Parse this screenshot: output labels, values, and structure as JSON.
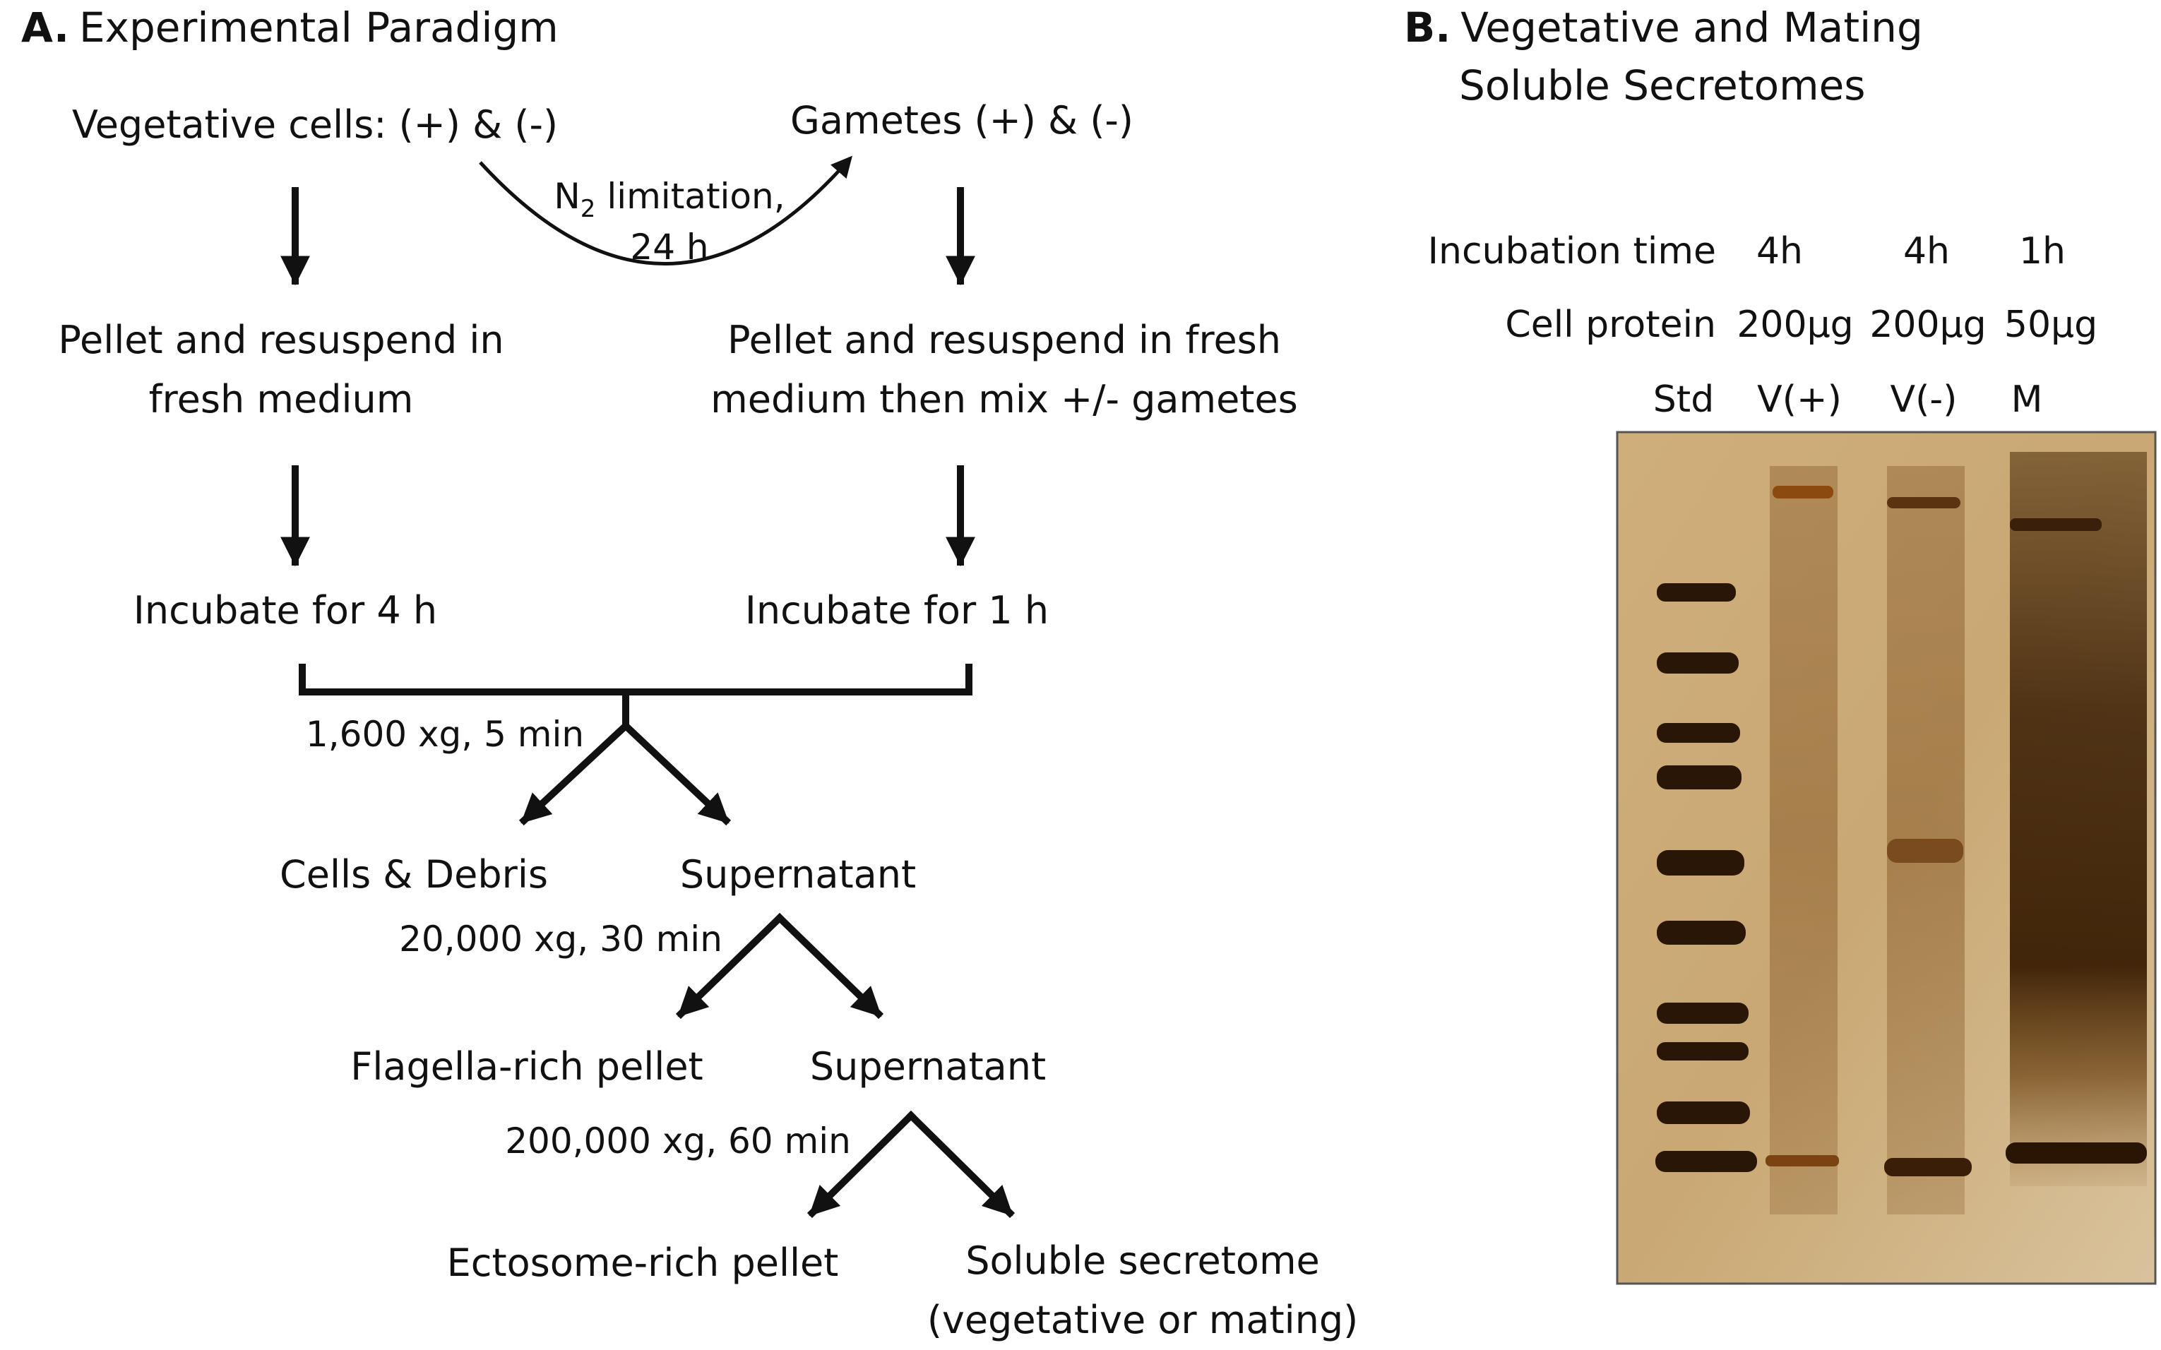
{
  "panel_a": {
    "letter": "A.",
    "title": "Experimental Paradigm",
    "vegetative": "Vegetative cells: (+) & (-)",
    "gametes": "Gametes (+) & (-)",
    "n2_prefix": "N",
    "n2_sub": "2",
    "n2_suffix": " limitation,",
    "n2_time": "24 h",
    "pellet_left_line1": "Pellet and resuspend in",
    "pellet_left_line2": "fresh medium",
    "pellet_right_line1": "Pellet and resuspend in fresh",
    "pellet_right_line2": "medium then mix +/- gametes",
    "incubate_left": "Incubate for 4 h",
    "incubate_right": "Incubate for 1 h",
    "spin1": "1,600 xg, 5 min",
    "cells_debris": "Cells & Debris",
    "supernatant1": "Supernatant",
    "spin2": "20,000 xg, 30 min",
    "flagella_pellet": "Flagella-rich pellet",
    "supernatant2": "Supernatant",
    "spin3": "200,000 xg, 60 min",
    "ectosome_pellet": "Ectosome-rich pellet",
    "soluble_line1": "Soluble secretome",
    "soluble_line2": "(vegetative or mating)"
  },
  "panel_b": {
    "letter": "B.",
    "title_line1": "Vegetative and Mating",
    "title_line2": "Soluble Secretomes",
    "row_incubation_label": "Incubation time",
    "row_protein_label": "Cell protein",
    "lanes": [
      {
        "label": "Std",
        "incubation": "",
        "protein": ""
      },
      {
        "label": "V(+)",
        "incubation": "4h",
        "protein": "200µg"
      },
      {
        "label": "V(-)",
        "incubation": "4h",
        "protein": "200µg"
      },
      {
        "label": "M",
        "incubation": "1h",
        "protein": "50µg"
      }
    ],
    "gel_background": "#c9a873"
  }
}
